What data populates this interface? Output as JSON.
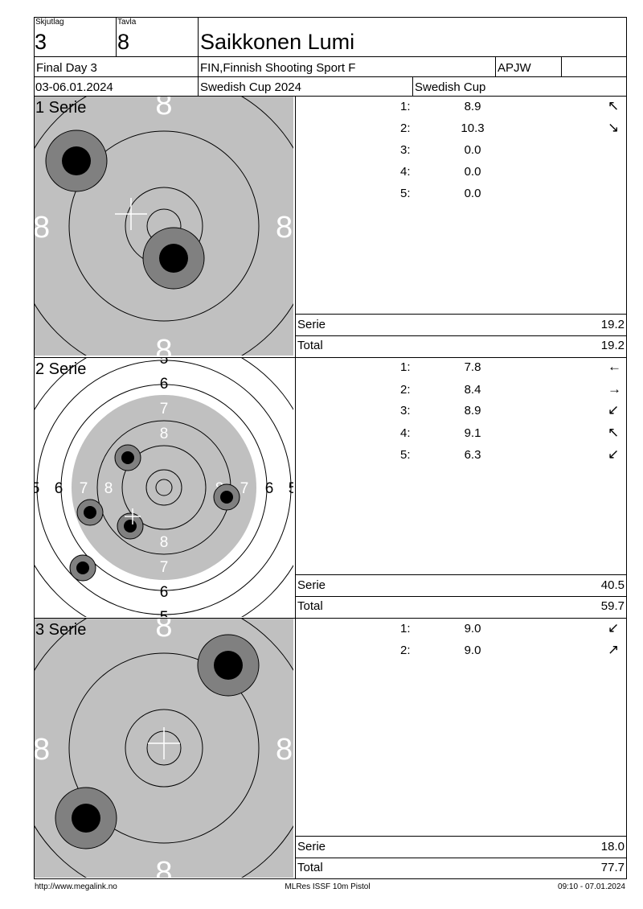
{
  "header": {
    "skjutlag_label": "Skjutlag",
    "skjutlag_value": "3",
    "tavla_label": "Tavla",
    "tavla_value": "8",
    "shooter_name": "Saikkonen Lumi",
    "event": "Final Day 3",
    "club": "FIN,Finnish Shooting Sport F",
    "class_code": "APJW",
    "dates": "03-06.01.2024",
    "competition": "Swedish Cup 2024",
    "series_name": "Swedish Cup"
  },
  "series": [
    {
      "title": "1 Serie",
      "target_labels": [
        "8",
        "8",
        "8",
        "8"
      ],
      "shots": [
        {
          "num": "1:",
          "value": "8.9",
          "dir": "↖"
        },
        {
          "num": "2:",
          "value": "10.3",
          "dir": "↘"
        },
        {
          "num": "3:",
          "value": "0.0",
          "dir": ""
        },
        {
          "num": "4:",
          "value": "0.0",
          "dir": ""
        },
        {
          "num": "5:",
          "value": "0.0",
          "dir": ""
        }
      ],
      "serie_label": "Serie",
      "serie_value": "19.2",
      "total_label": "Total",
      "total_value": "19.2"
    },
    {
      "title": "2 Serie",
      "target_labels": [
        "5",
        "6",
        "7",
        "8"
      ],
      "shots": [
        {
          "num": "1:",
          "value": "7.8",
          "dir": "←"
        },
        {
          "num": "2:",
          "value": "8.4",
          "dir": "→"
        },
        {
          "num": "3:",
          "value": "8.9",
          "dir": "↙"
        },
        {
          "num": "4:",
          "value": "9.1",
          "dir": "↖"
        },
        {
          "num": "5:",
          "value": "6.3",
          "dir": "↙"
        }
      ],
      "serie_label": "Serie",
      "serie_value": "40.5",
      "total_label": "Total",
      "total_value": "59.7"
    },
    {
      "title": "3 Serie",
      "target_labels": [
        "8",
        "8",
        "8",
        "8"
      ],
      "shots": [
        {
          "num": "1:",
          "value": "9.0",
          "dir": "↙"
        },
        {
          "num": "2:",
          "value": "9.0",
          "dir": "↗"
        }
      ],
      "serie_label": "Serie",
      "serie_value": "18.0",
      "total_label": "Total",
      "total_value": "77.7"
    }
  ],
  "footer": {
    "url": "http://www.megalink.no",
    "software": "MLRes ISSF 10m Pistol",
    "timestamp": "09:10 - 07.01.2024"
  }
}
